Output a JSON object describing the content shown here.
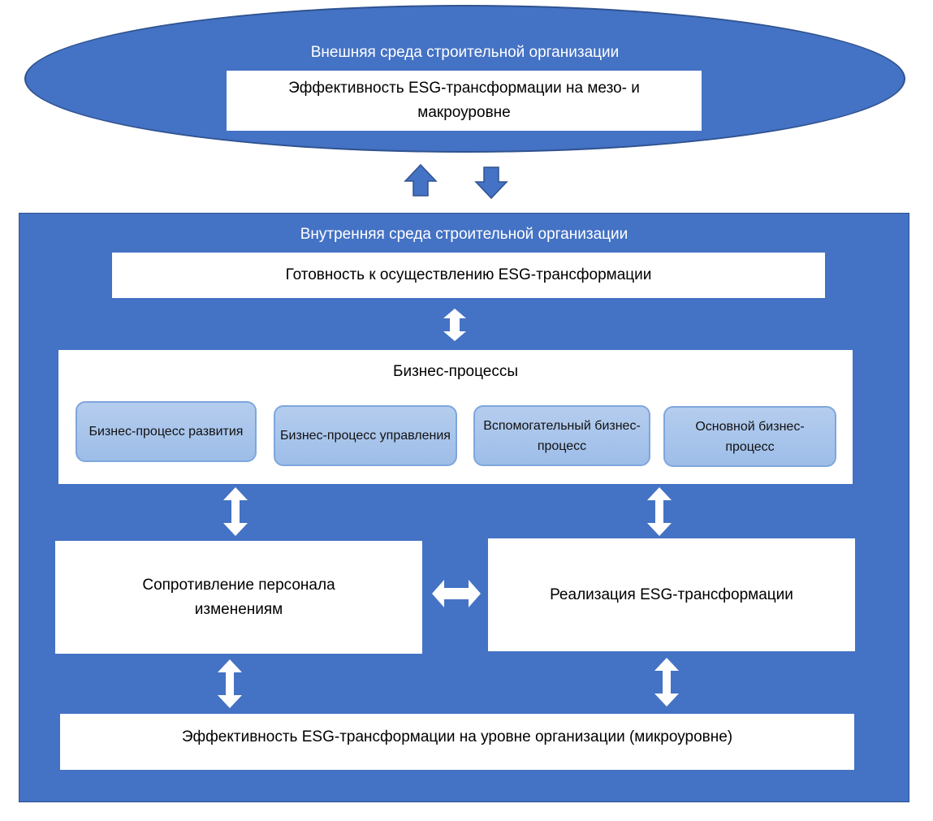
{
  "external": {
    "title": "Внешняя среда строительной организации",
    "box": "Эффективность ESG-трансформации на мезо- и макроуровне"
  },
  "internal": {
    "title": "Внутренняя среда строительной организации",
    "readiness": "Готовность к осуществлению ESG-трансформации",
    "business_processes": {
      "title": "Бизнес-процессы",
      "items": [
        {
          "label": "Бизнес-процесс развития"
        },
        {
          "label": "Бизнес-процесс управления"
        },
        {
          "label": "Вспомогательный бизнес-процесс"
        },
        {
          "label": "Основной бизнес-процесс"
        }
      ]
    },
    "resistance": "Сопротивление персонала изменениям",
    "implementation": "Реализация ESG-трансформации",
    "micro_efficiency": "Эффективность ESG-трансформации на уровне организации (микроуровне)"
  },
  "colors": {
    "primary_blue": "#4472c4",
    "border_blue": "#2f528f",
    "subprocess_fill": "#a9c4eb"
  }
}
